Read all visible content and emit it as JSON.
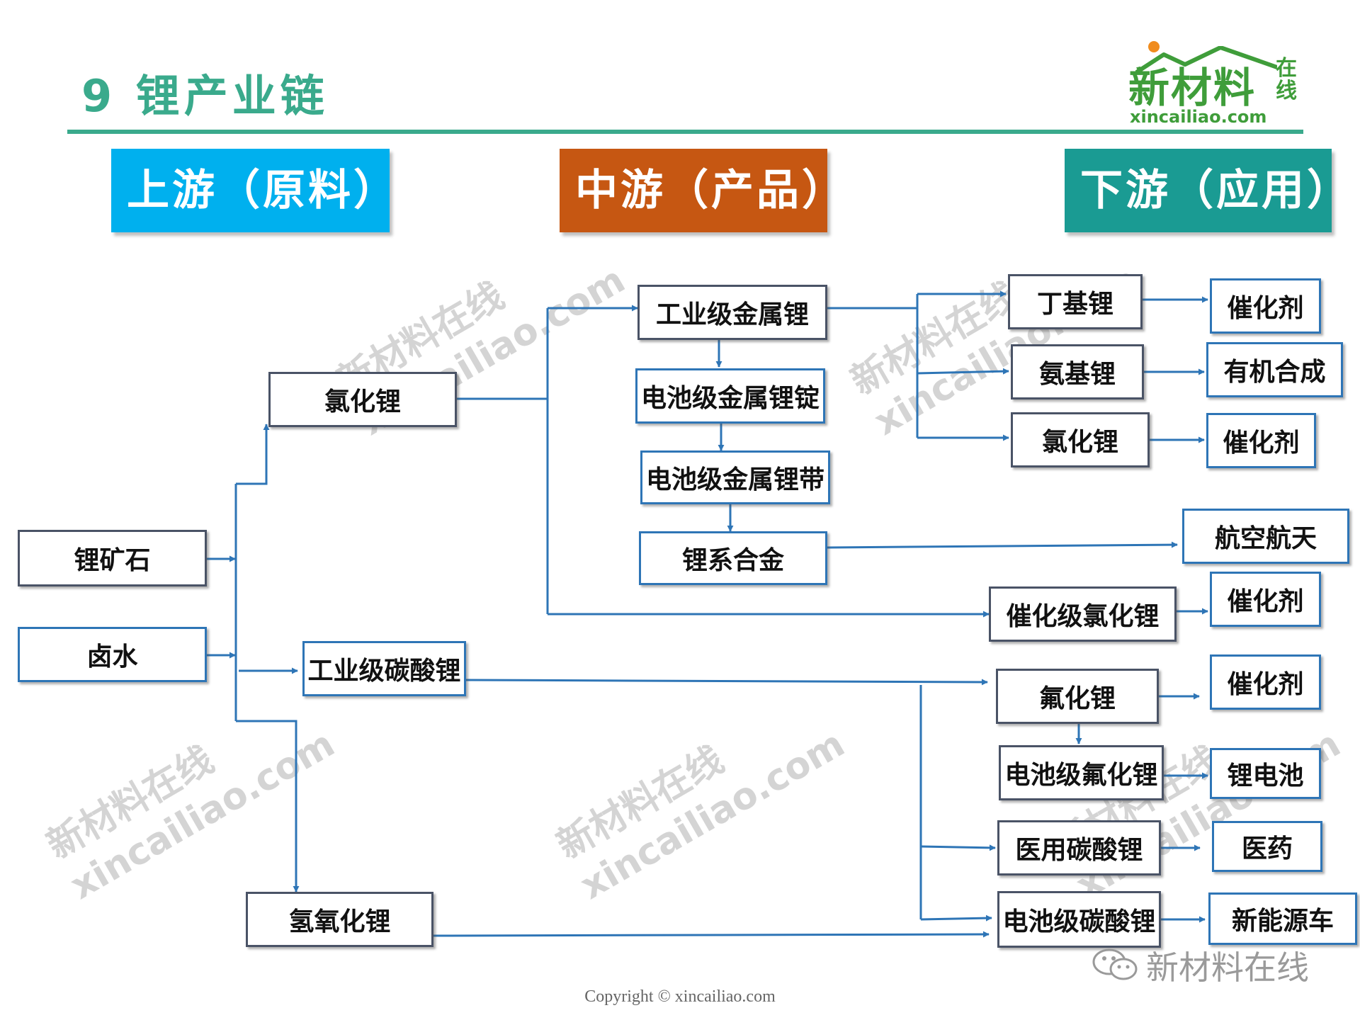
{
  "header": {
    "title": "9  锂产业链",
    "logo_text": "新材料",
    "logo_side_text": "在线",
    "logo_url": "xincailiao.com"
  },
  "stages": {
    "upstream": "上游（原料）",
    "midstream": "中游（产品）",
    "downstream": "下游（应用）"
  },
  "watermark": {
    "line1": "新材料在线",
    "line2": "xincailiao.com"
  },
  "nodes": {
    "lithium_ore": "锂矿石",
    "brine": "卤水",
    "lithium_chloride": "氯化锂",
    "industrial_lithium_carbonate": "工业级碳酸锂",
    "lithium_hydroxide": "氢氧化锂",
    "industrial_lithium_metal": "工业级金属锂",
    "battery_lithium_ingot": "电池级金属锂锭",
    "battery_lithium_strip": "电池级金属锂带",
    "lithium_alloy": "锂系合金",
    "butyl_lithium": "丁基锂",
    "amino_lithium": "氨基锂",
    "lithium_chloride_2": "氯化锂",
    "catalyst_grade_lithium_chloride": "催化级氯化锂",
    "lithium_fluoride": "氟化锂",
    "battery_lithium_fluoride": "电池级氟化锂",
    "medical_lithium_carbonate": "医用碳酸锂",
    "battery_lithium_carbonate": "电池级碳酸锂",
    "catalyst_1": "催化剂",
    "organic_synthesis": "有机合成",
    "catalyst_2": "催化剂",
    "aerospace": "航空航天",
    "catalyst_3": "催化剂",
    "catalyst_4": "催化剂",
    "lithium_battery": "锂电池",
    "medicine": "医药",
    "new_energy_vehicle": "新能源车"
  },
  "footer": {
    "wechat_text": "新材料在线",
    "copyright": "Copyright © xincailiao.com"
  },
  "colors": {
    "title": "#3aaa8c",
    "upstream": "#00b0ee",
    "midstream": "#c65712",
    "downstream": "#1a9b93",
    "connector": "#2e75b6",
    "logo": "#3f9d3a"
  }
}
